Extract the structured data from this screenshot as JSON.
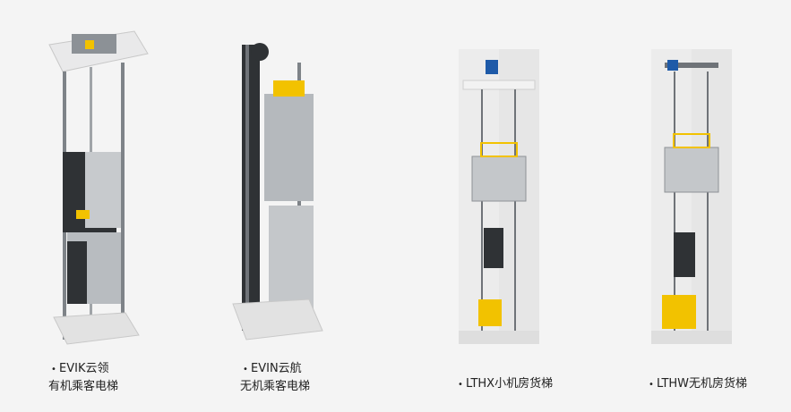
{
  "products": [
    {
      "line1": "EVIK云领",
      "line2": "有机乘客电梯"
    },
    {
      "line1": "EVIN云航",
      "line2": "无机乘客电梯"
    },
    {
      "line1": "LTHX小机房货梯",
      "line2": ""
    },
    {
      "line1": "LTHW无机房货梯",
      "line2": ""
    }
  ],
  "bullet": "•",
  "colors": {
    "background": "#f4f4f4",
    "steel": "#9aa0a6",
    "dark": "#3a3d40",
    "accent_yellow": "#f2c200",
    "accent_blue": "#1e5aa8",
    "shaft_wall": "#e6e6e6"
  }
}
